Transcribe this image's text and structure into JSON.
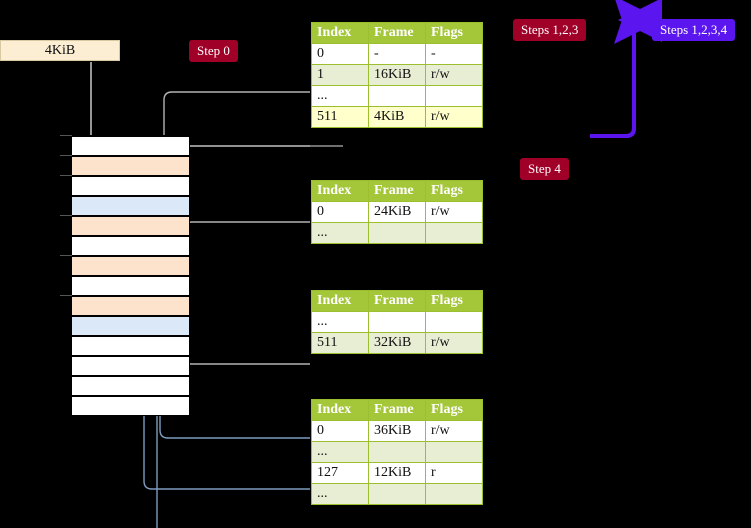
{
  "title": "Multi-level page table walk diagram",
  "badges": {
    "step0": "Step 0",
    "step4": "Step 4",
    "steps123": "Steps 1,2,3",
    "steps1234": "Steps 1,2,3,4"
  },
  "size_box": {
    "label": "4KiB"
  },
  "memory": {
    "name": "physical-memory-column",
    "rows": [
      {
        "color": "white"
      },
      {
        "color": "orange"
      },
      {
        "color": "white"
      },
      {
        "color": "blue"
      },
      {
        "color": "orange"
      },
      {
        "color": "white"
      },
      {
        "color": "orange"
      },
      {
        "color": "white"
      },
      {
        "color": "orange"
      },
      {
        "color": "blue"
      },
      {
        "color": "white"
      },
      {
        "color": "white"
      },
      {
        "color": "white"
      },
      {
        "color": "white"
      }
    ]
  },
  "tables": [
    {
      "name": "page-table-level-0",
      "headers": [
        "Index",
        "Frame",
        "Flags"
      ],
      "rows": [
        {
          "cells": [
            "0",
            "-",
            "-"
          ],
          "style": "plain"
        },
        {
          "cells": [
            "1",
            "16KiB",
            "r/w"
          ],
          "style": "alt"
        },
        {
          "cells": [
            "...",
            "",
            ""
          ],
          "style": "plain"
        },
        {
          "cells": [
            "511",
            "4KiB",
            "r/w"
          ],
          "style": "hl"
        }
      ]
    },
    {
      "name": "page-table-level-1",
      "headers": [
        "Index",
        "Frame",
        "Flags"
      ],
      "rows": [
        {
          "cells": [
            "0",
            "24KiB",
            "r/w"
          ],
          "style": "plain"
        },
        {
          "cells": [
            "...",
            "",
            ""
          ],
          "style": "alt"
        }
      ]
    },
    {
      "name": "page-table-level-2",
      "headers": [
        "Index",
        "Frame",
        "Flags"
      ],
      "rows": [
        {
          "cells": [
            "...",
            "",
            ""
          ],
          "style": "plain"
        },
        {
          "cells": [
            "511",
            "32KiB",
            "r/w"
          ],
          "style": "alt"
        }
      ]
    },
    {
      "name": "page-table-level-3",
      "headers": [
        "Index",
        "Frame",
        "Flags"
      ],
      "rows": [
        {
          "cells": [
            "0",
            "36KiB",
            "r/w"
          ],
          "style": "plain"
        },
        {
          "cells": [
            "...",
            "",
            ""
          ],
          "style": "alt"
        },
        {
          "cells": [
            "127",
            "12KiB",
            "r"
          ],
          "style": "plain"
        },
        {
          "cells": [
            "...",
            "",
            ""
          ],
          "style": "alt"
        }
      ]
    }
  ],
  "colors": {
    "background": "#000000",
    "table_header": "#a4c639",
    "table_border": "#9bbf2f",
    "table_alt_row": "#e8eed4",
    "table_highlight": "#ffffcc",
    "badge_red": "#a00028",
    "badge_blue": "#5b16f0",
    "frame_orange": "#fde2cc",
    "frame_blue": "#dbe8f7",
    "size_box": "#fbeed3",
    "wire_grey": "#b3b3b3",
    "wire_blue": "#7d9cc0",
    "arrow_blue": "#3a6ea5"
  }
}
